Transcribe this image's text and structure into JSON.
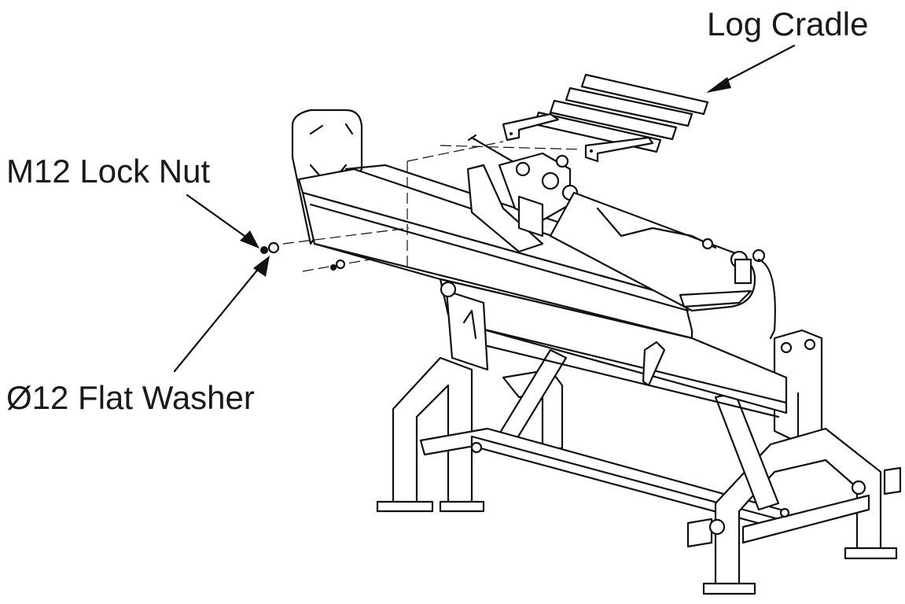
{
  "labels": {
    "log_cradle": "Log Cradle",
    "lock_nut": "M12 Lock Nut",
    "flat_washer": "Ø12 Flat Washer"
  },
  "colors": {
    "line": "#111111",
    "text": "#1a1a1a",
    "background": "#ffffff"
  }
}
